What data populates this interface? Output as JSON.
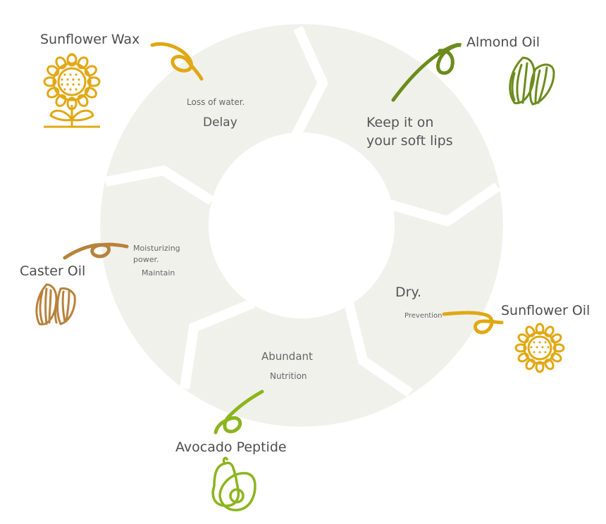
{
  "colors": {
    "ring": "#f1f1ec",
    "background": "#ffffff",
    "gold": "#e0a812",
    "olive": "#6b8c1c",
    "brown": "#b8823c",
    "lime": "#8cb41e",
    "text": "#555555"
  },
  "ingredients": [
    {
      "name": "Sunflower Wax",
      "icon": "sunflower-plant-icon",
      "color": "gold"
    },
    {
      "name": "Almond Oil",
      "icon": "almond-icon",
      "color": "olive"
    },
    {
      "name": "Caster Oil",
      "icon": "castor-bean-icon",
      "color": "brown"
    },
    {
      "name": "Sunflower Oil",
      "icon": "sunflower-head-icon",
      "color": "gold"
    },
    {
      "name": "Avocado Peptide",
      "icon": "avocado-icon",
      "color": "lime"
    }
  ],
  "segments": {
    "delay": {
      "line1": "Loss of water.",
      "line2": "Delay"
    },
    "keep": {
      "line1": "Keep it on",
      "line2": "your soft lips"
    },
    "dry": {
      "line1": "Dry.",
      "line2": "Prevention"
    },
    "nutrition": {
      "line1": "Abundant",
      "line2": "Nutrition"
    },
    "maintain": {
      "line1": "Moisturizing",
      "line2": "power.",
      "line3": "Maintain"
    }
  }
}
